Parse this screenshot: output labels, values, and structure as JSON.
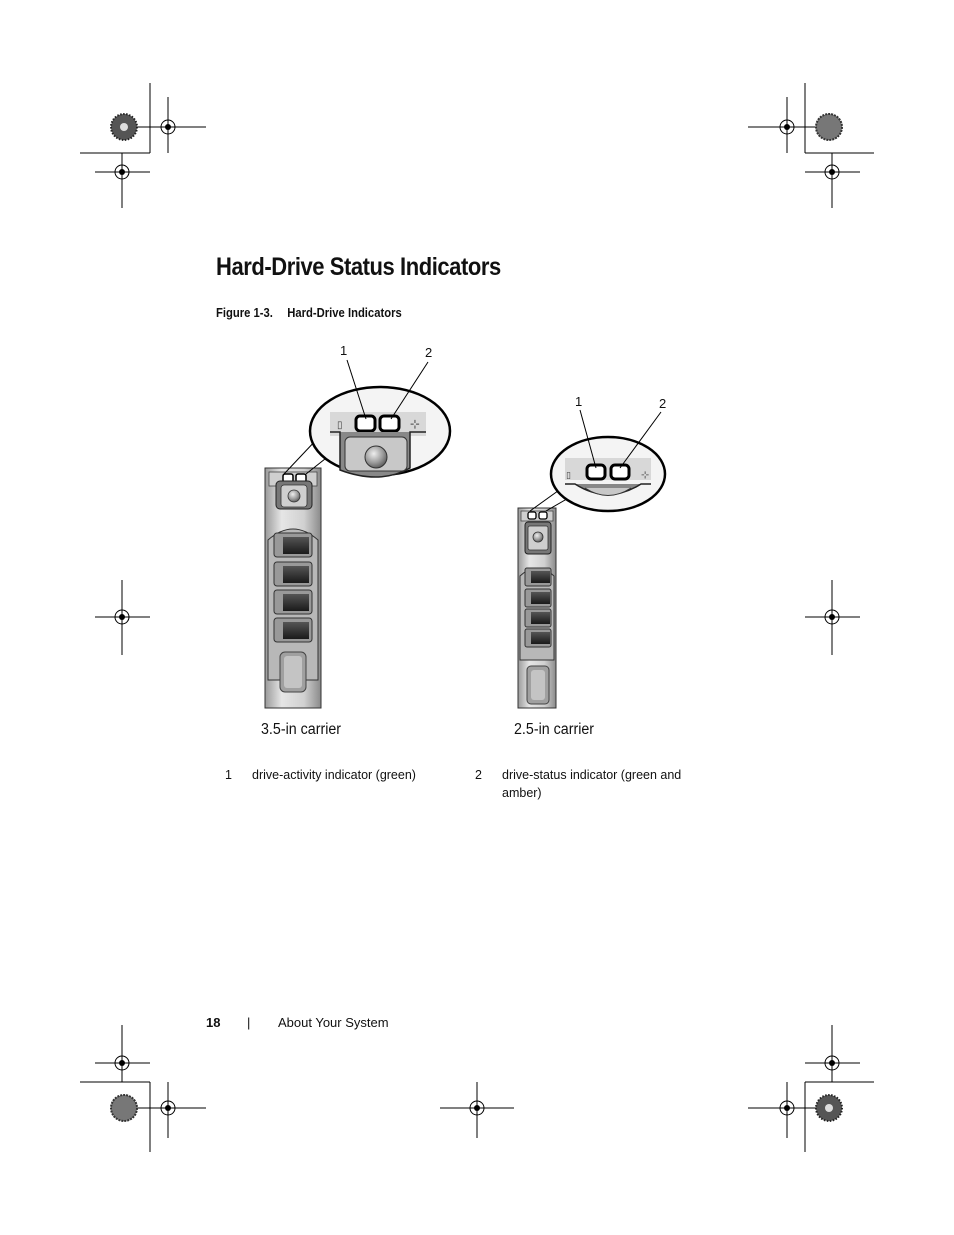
{
  "heading": "Hard-Drive Status Indicators",
  "figure": {
    "number": "Figure 1-3.",
    "caption": "Hard-Drive Indicators"
  },
  "carriers": [
    {
      "label": "3.5-in carrier",
      "callouts": [
        "1",
        "2"
      ]
    },
    {
      "label": "2.5-in carrier",
      "callouts": [
        "1",
        "2"
      ]
    }
  ],
  "legend": [
    {
      "num": "1",
      "text": "drive-activity indicator (green)"
    },
    {
      "num": "2",
      "text": "drive-status indicator (green and amber)"
    }
  ],
  "footer": {
    "page_number": "18",
    "separator": "|",
    "section": "About Your System"
  }
}
